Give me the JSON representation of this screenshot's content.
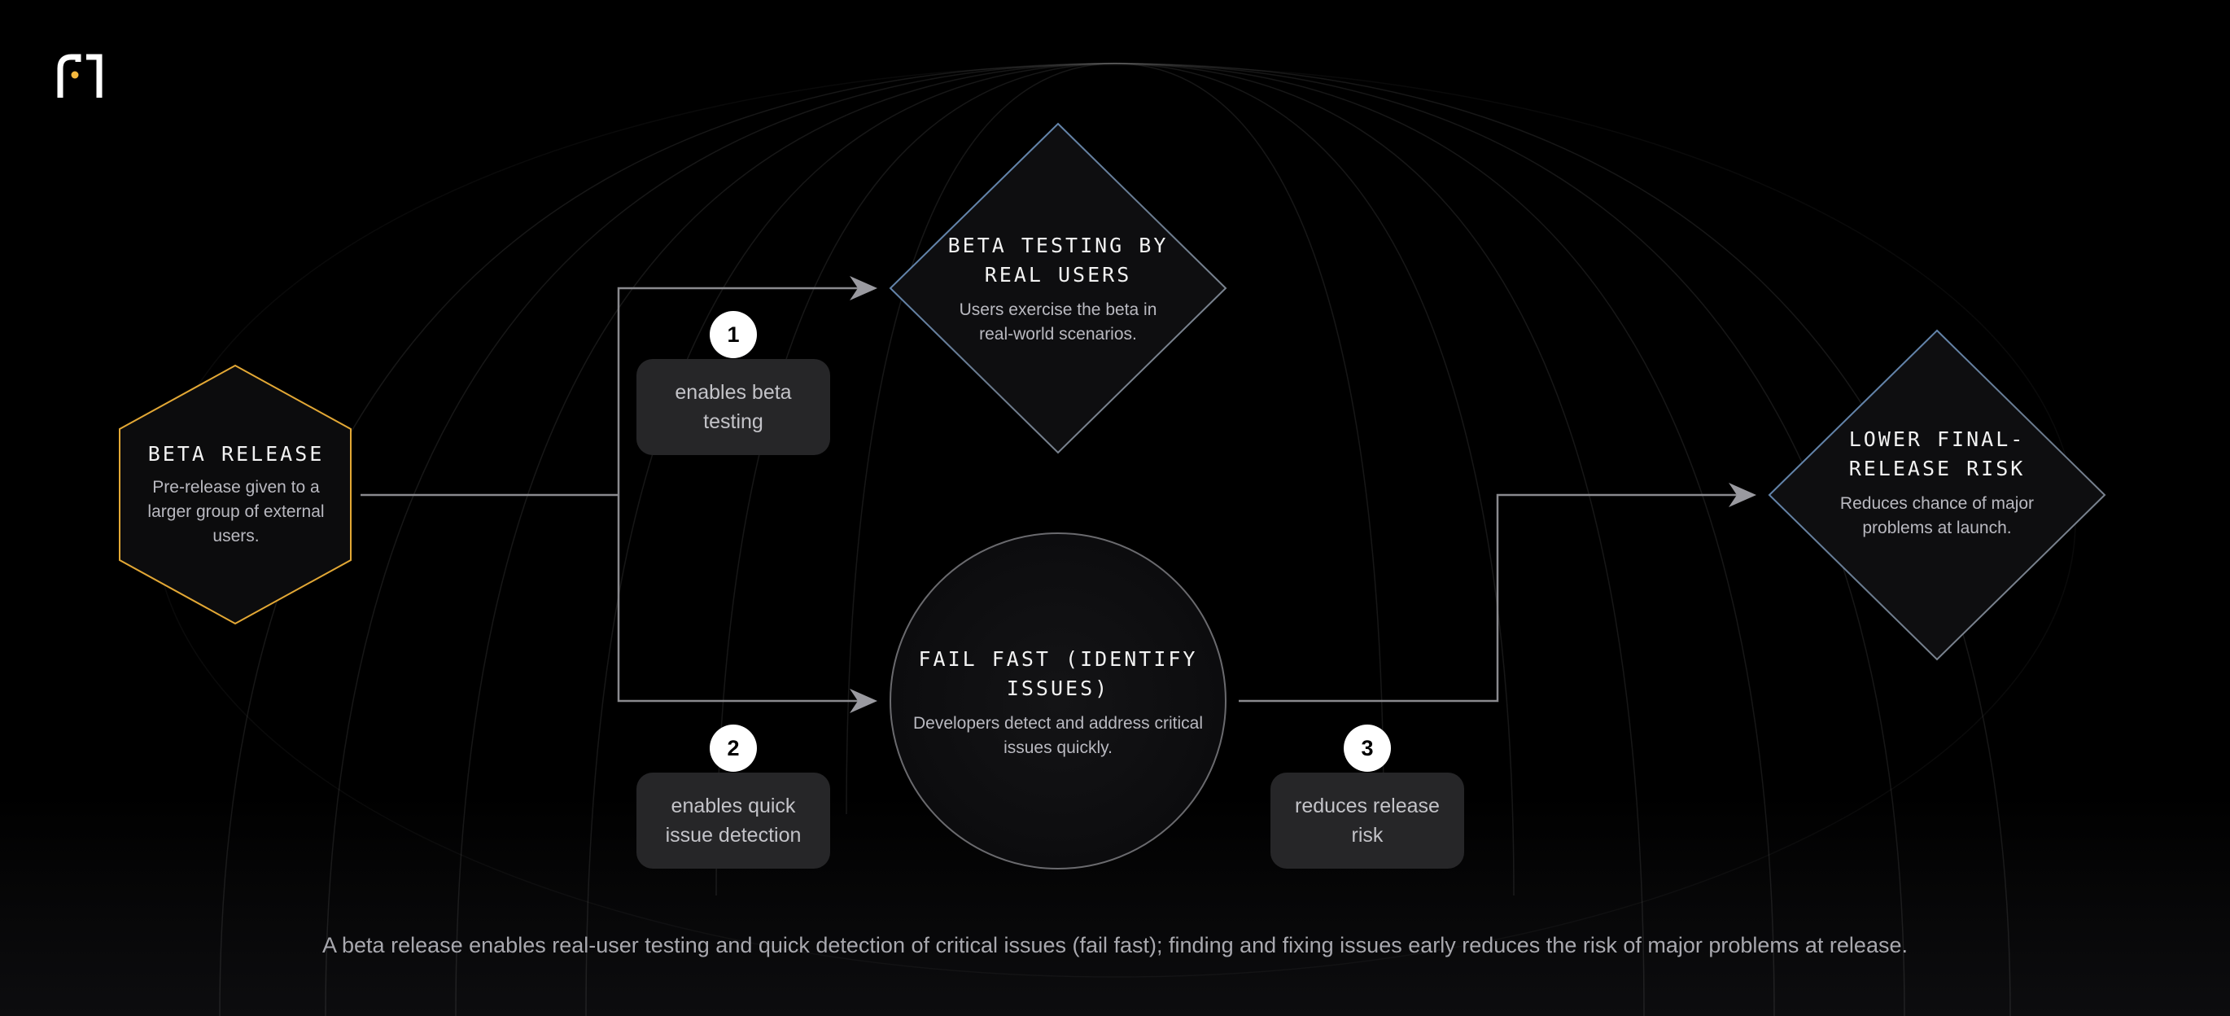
{
  "colors": {
    "background": "#000000",
    "hexagon_stroke": "#e3a835",
    "diamond_stroke_blue": "#5c8bc2",
    "arrow": "#8a8a8e",
    "label_fill": "#262628",
    "logo_accent": "#f5b83d"
  },
  "logo": {
    "icon": "brand-logo-icon"
  },
  "nodes": {
    "beta_release": {
      "shape": "hexagon",
      "title": "BETA RELEASE",
      "desc": "Pre-release given to a larger group of external users."
    },
    "beta_testing": {
      "shape": "diamond",
      "title": "BETA TESTING BY REAL USERS",
      "desc": "Users exercise the beta in real-world scenarios."
    },
    "fail_fast": {
      "shape": "circle",
      "title": "FAIL FAST (IDENTIFY ISSUES)",
      "desc": "Developers detect and address critical issues quickly."
    },
    "lower_risk": {
      "shape": "diamond",
      "title": "LOWER FINAL-RELEASE RISK",
      "desc": "Reduces chance of major problems at launch."
    }
  },
  "edges": [
    {
      "number": "1",
      "from": "beta_release",
      "to": "beta_testing",
      "label": "enables beta testing"
    },
    {
      "number": "2",
      "from": "beta_release",
      "to": "fail_fast",
      "label": "enables quick issue detection"
    },
    {
      "number": "3",
      "from": "fail_fast",
      "to": "lower_risk",
      "label": "reduces release risk"
    }
  ],
  "caption": "A beta release enables real-user testing and quick detection of critical issues (fail fast); finding and fixing issues early reduces the risk of major problems at release."
}
